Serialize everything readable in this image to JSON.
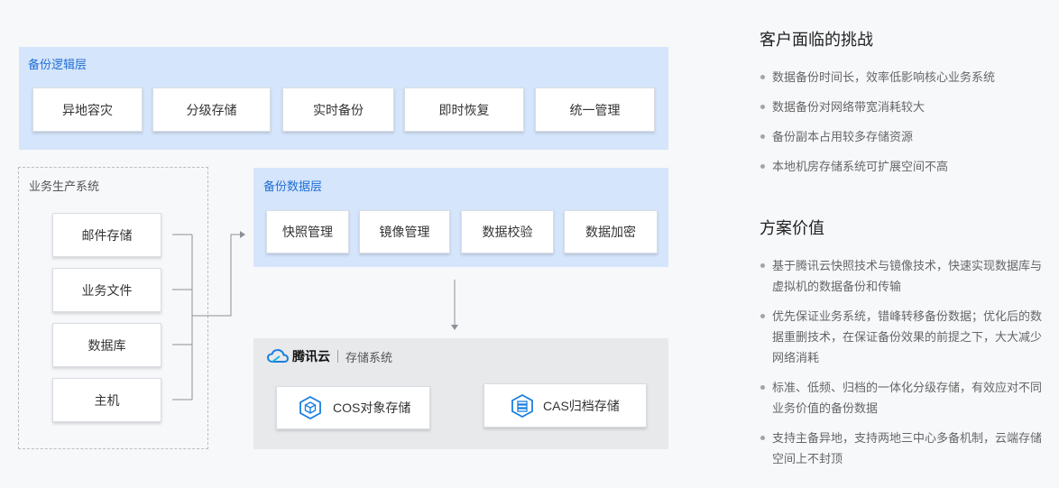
{
  "logic_layer": {
    "title": "备份逻辑层",
    "items": [
      "异地容灾",
      "分级存储",
      "实时备份",
      "即时恢复",
      "统一管理"
    ]
  },
  "production": {
    "title": "业务生产系统",
    "items": [
      "邮件存储",
      "业务文件",
      "数据库",
      "主机"
    ]
  },
  "data_layer": {
    "title": "备份数据层",
    "items": [
      "快照管理",
      "镜像管理",
      "数据校验",
      "数据加密"
    ]
  },
  "storage": {
    "brand": "腾讯云",
    "title": "存储系统",
    "cos": "COS对象存储",
    "cas": "CAS归档存储"
  },
  "challenges": {
    "heading": "客户面临的挑战",
    "items": [
      "数据备份时间长，效率低影响核心业务系统",
      "数据备份对网络带宽消耗较大",
      "备份副本占用较多存储资源",
      "本地机房存储系统可扩展空间不高"
    ]
  },
  "value": {
    "heading": "方案价值",
    "items": [
      "基于腾讯云快照技术与镜像技术，快速实现数据库与虚拟机的数据备份和传输",
      "优先保证业务系统，错峰转移备份数据；优化后的数据重删技术，在保证备份效果的前提之下，大大减少网络消耗",
      "标准、低频、归档的一体化分级存储，有效应对不同业务价值的备份数据",
      "支持主备异地，支持两地三中心多备机制，云端存储空间上不封顶"
    ]
  },
  "colors": {
    "accent": "#1f6fd6",
    "panel_blue": "#d5e5fb",
    "panel_gray": "#e8e9eb",
    "icon_blue": "#1a7fe0"
  }
}
